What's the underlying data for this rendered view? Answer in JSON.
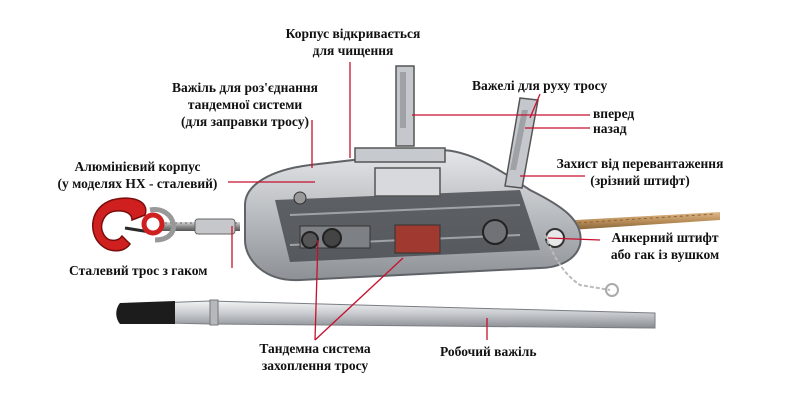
{
  "labels": {
    "housing_opens": [
      "Корпус відкривається",
      "для чищення"
    ],
    "tandem_release_lever": [
      "Важіль для роз'єднання",
      "тандемної системи",
      "(для заправки тросу)"
    ],
    "aluminium_body": [
      "Алюмінієвий корпус",
      "(у моделях НХ - сталевий)"
    ],
    "steel_rope_hook": "Сталевий трос з гаком",
    "rope_levers": "Важелі для руху тросу",
    "forward": "вперед",
    "backward": "назад",
    "overload_protection": [
      "Захист від перевантаження",
      "(зрізний штифт)"
    ],
    "anchor_pin": [
      "Анкерний штифт",
      "або гак із вушком"
    ],
    "tandem_grip": [
      "Тандемна система",
      "захоплення тросу"
    ],
    "working_lever": "Робочий важіль"
  },
  "colors": {
    "leader": "#c8102e",
    "hook": "#d01f1f",
    "body": "#b9bcc0",
    "rope": "#b58a55"
  }
}
